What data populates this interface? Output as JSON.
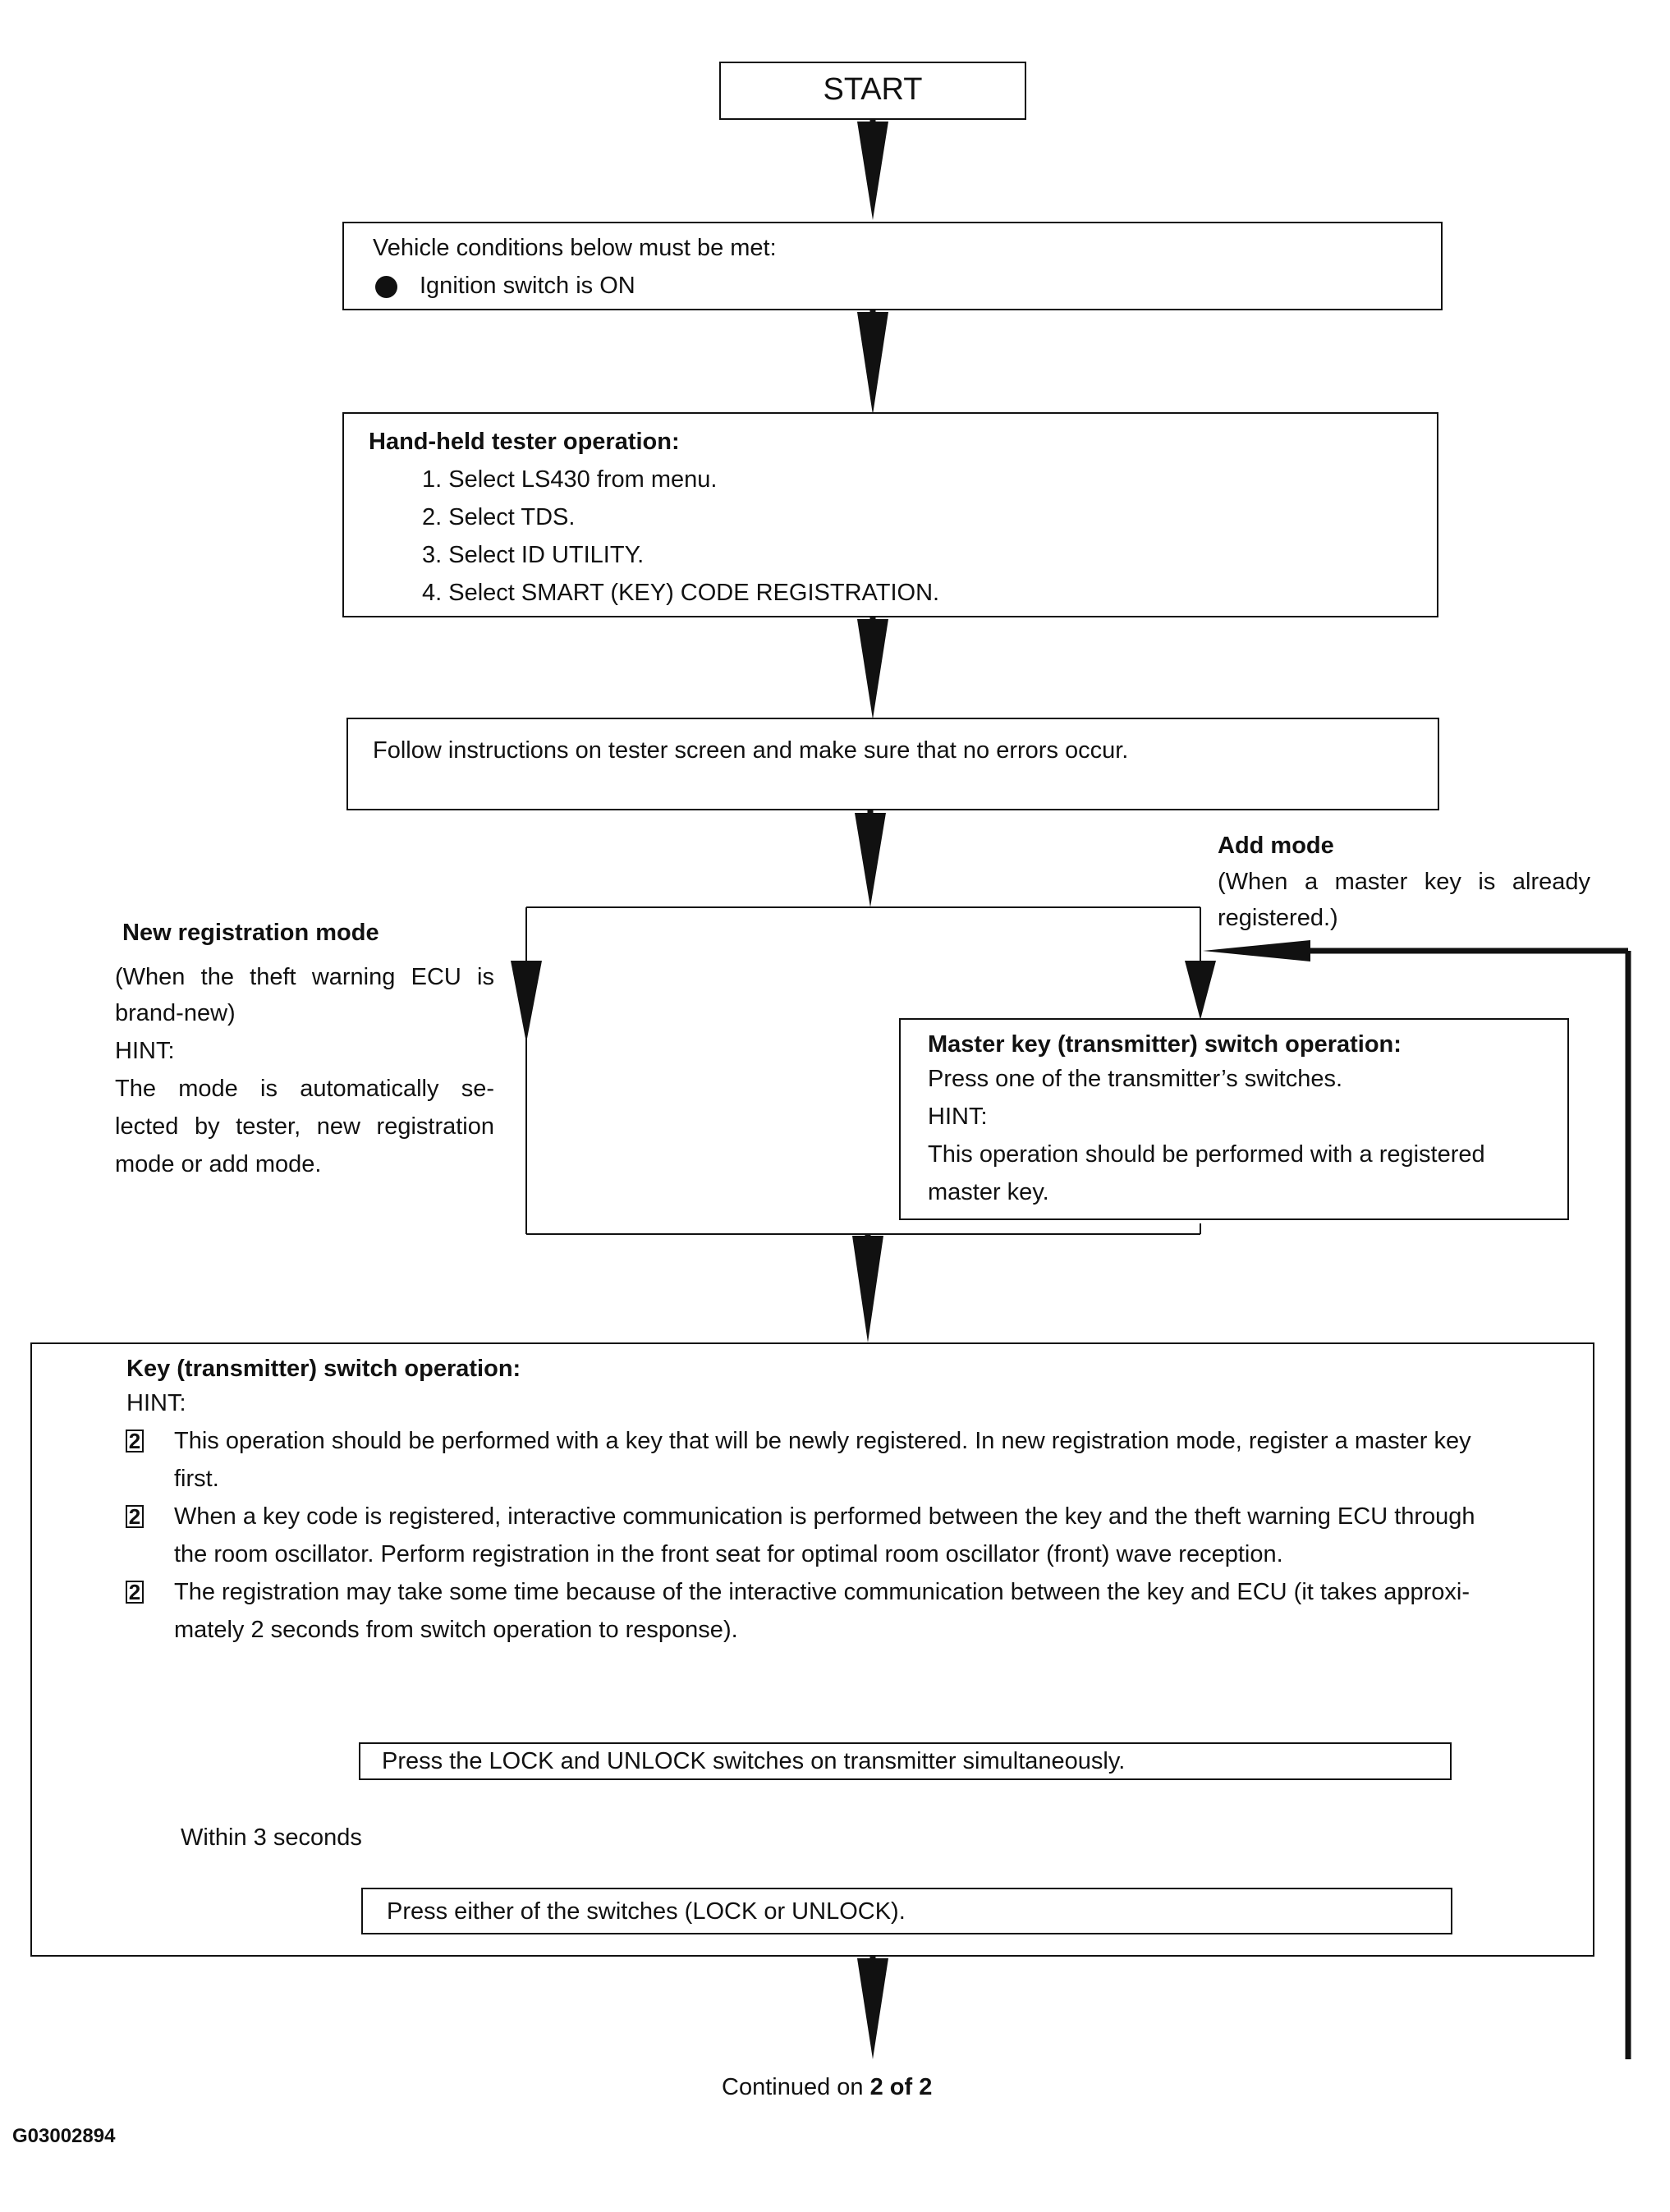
{
  "start": {
    "label": "START"
  },
  "conditions": {
    "title": "Vehicle conditions below must be met:",
    "item": "Ignition switch is ON"
  },
  "tester": {
    "title": "Hand-held tester operation:",
    "steps": [
      "1. Select LS430 from menu.",
      "2. Select TDS.",
      "3. Select ID UTILITY.",
      "4. Select SMART (KEY) CODE REGISTRATION."
    ]
  },
  "follow": {
    "text": "Follow instructions on tester screen and make sure that no errors occur."
  },
  "new_mode": {
    "title": "New registration mode",
    "lines": [
      "(When the theft warning ECU is",
      "brand-new)",
      "HINT:",
      "The mode is automatically se-",
      "lected by tester, new registration",
      "mode or add mode."
    ]
  },
  "add_mode": {
    "title": "Add mode",
    "lines": [
      "(When a master key is already",
      "registered.)"
    ]
  },
  "master": {
    "title": "Master key (transmitter) switch operation:",
    "lines": [
      "Press one of the transmitter’s switches.",
      "HINT:",
      "This operation should be performed with a registered",
      "master key."
    ]
  },
  "key_op": {
    "title": "Key (transmitter) switch operation:",
    "hint": "HINT:",
    "bullet_glyph": "2",
    "bullets": [
      [
        "This operation should be performed with a key that will be newly registered. In new registration mode, register a master key",
        "first."
      ],
      [
        "When a key code is registered, interactive communication is performed between the key and the theft warning ECU through",
        "the room oscillator. Perform registration in the front seat for optimal room oscillator (front) wave reception."
      ],
      [
        "The registration may take some time because of the interactive communication between the key and ECU (it takes approxi-",
        "mately 2 seconds from switch operation to response)."
      ]
    ],
    "step1": "Press the LOCK and UNLOCK switches on transmitter simultaneously.",
    "step2": "Press either of the switches (LOCK or UNLOCK).",
    "timing": "Within 3 seconds"
  },
  "footer": {
    "continued_prefix": "Continued on ",
    "continued_ref": "2 of 2",
    "figure_id": "G03002894"
  }
}
